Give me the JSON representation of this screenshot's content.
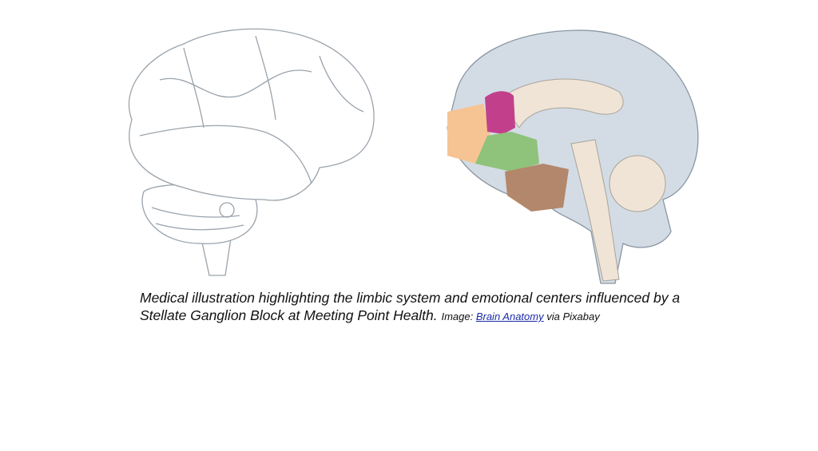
{
  "caption": {
    "text": "Medical illustration highlighting the limbic system and emotional centers influenced by a Stellate Ganglion Block at Meeting Point Health.",
    "credit_prefix": "Image:",
    "credit_link": "Brain Anatomy",
    "credit_suffix": "via Pixabay"
  },
  "colors": {
    "orange_region": "#f6c492",
    "magenta_region": "#c2408b",
    "green_region": "#8fc27b",
    "brown_region": "#b3876b",
    "brain_grey": "#d3dce5",
    "link": "#1a2aa8"
  }
}
